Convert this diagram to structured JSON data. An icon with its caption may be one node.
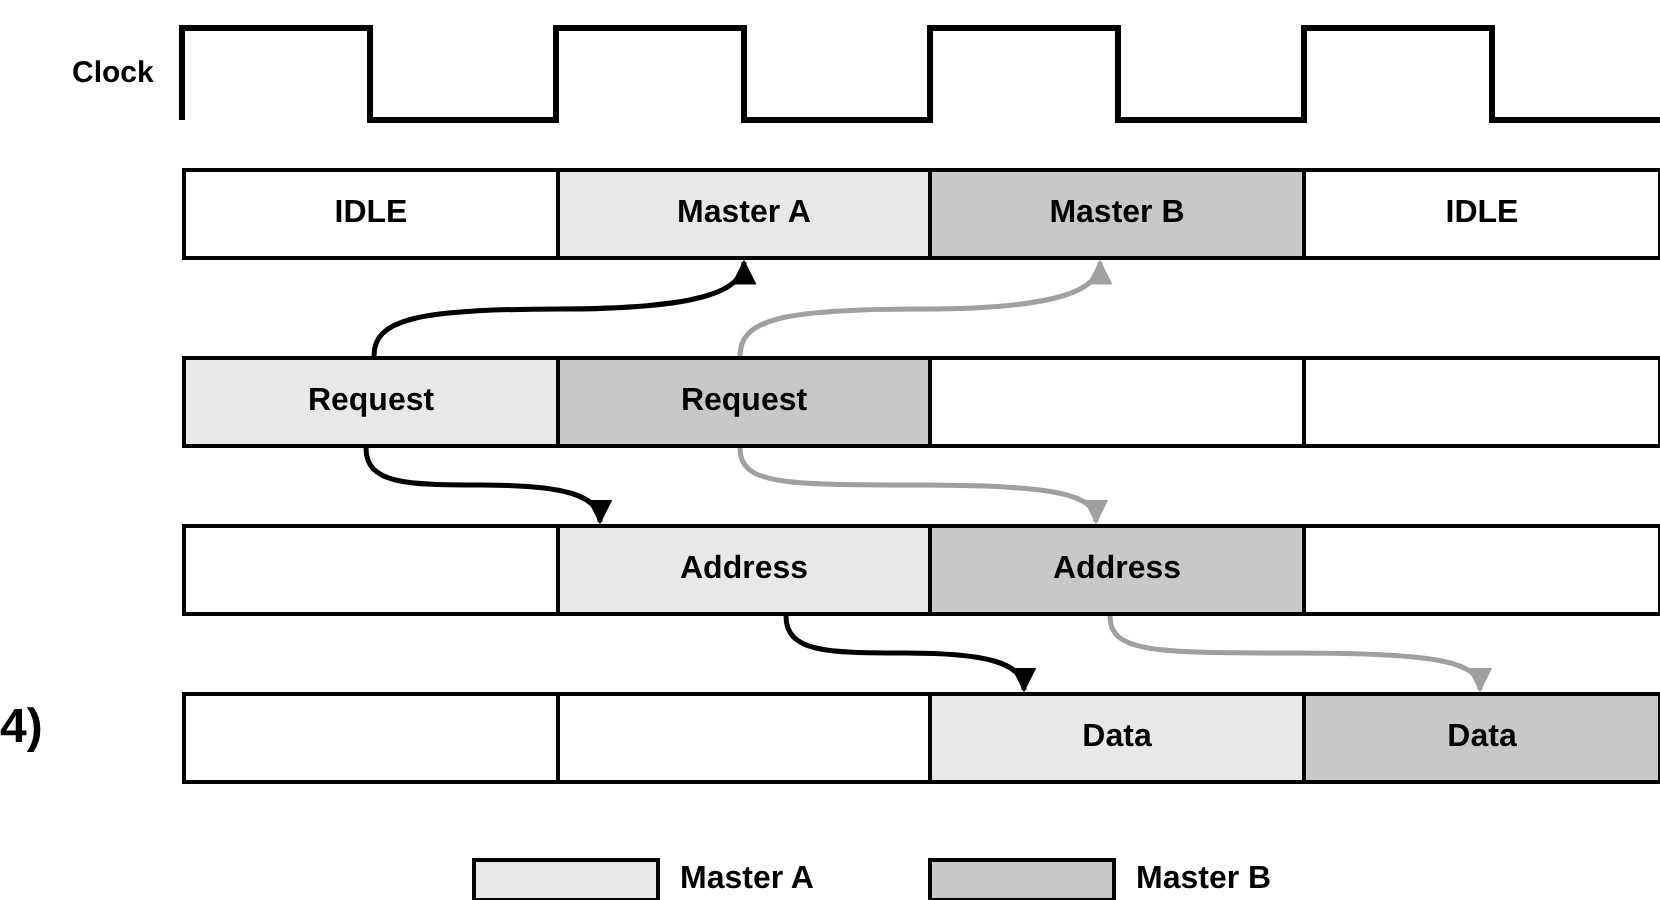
{
  "diagram": {
    "nodes": [
      {
        "text": [
          "IDLE"
        ]
      },
      {
        "text": [
          "Master A"
        ]
      },
      {
        "text": [
          "Master B"
        ]
      },
      {
        "text": [
          "IDLE"
        ]
      },
      {
        "text": [
          "Request"
        ]
      },
      {
        "text": [
          "Request"
        ]
      },
      {
        "text": [],
        "shape": "box"
      },
      {
        "text": [],
        "shape": "box"
      },
      {
        "text": [],
        "shape": "box"
      },
      {
        "text": [
          "Address"
        ]
      },
      {
        "text": [
          "Address"
        ]
      },
      {
        "text": [],
        "shape": "box"
      },
      {
        "text": [],
        "shape": "box"
      },
      {
        "text": [],
        "shape": "box"
      },
      {
        "text": [
          "Data"
        ]
      },
      {
        "text": [
          "Data"
        ]
      }
    ],
    "edges": [
      {
        "from": 4,
        "to": 1,
        "arrow": "to"
      },
      {
        "from": 5,
        "to": 2,
        "arrow": "to",
        "color": "#a0a0a0"
      },
      {
        "from": 4,
        "to": 9,
        "arrow": "to"
      },
      {
        "from": 5,
        "to": 10,
        "arrow": "to",
        "color": "#a0a0a0"
      },
      {
        "from": 9,
        "to": 14,
        "arrow": "to"
      },
      {
        "from": 10,
        "to": 15,
        "arrow": "to",
        "color": "#a0a0a0"
      }
    ],
    "labels": [
      "Clock",
      "4)"
    ],
    "legend": [
      {
        "text": "Master A",
        "color": "#e8e8e8"
      },
      {
        "text": "Master B",
        "color": "#c8c8c8"
      }
    ]
  }
}
